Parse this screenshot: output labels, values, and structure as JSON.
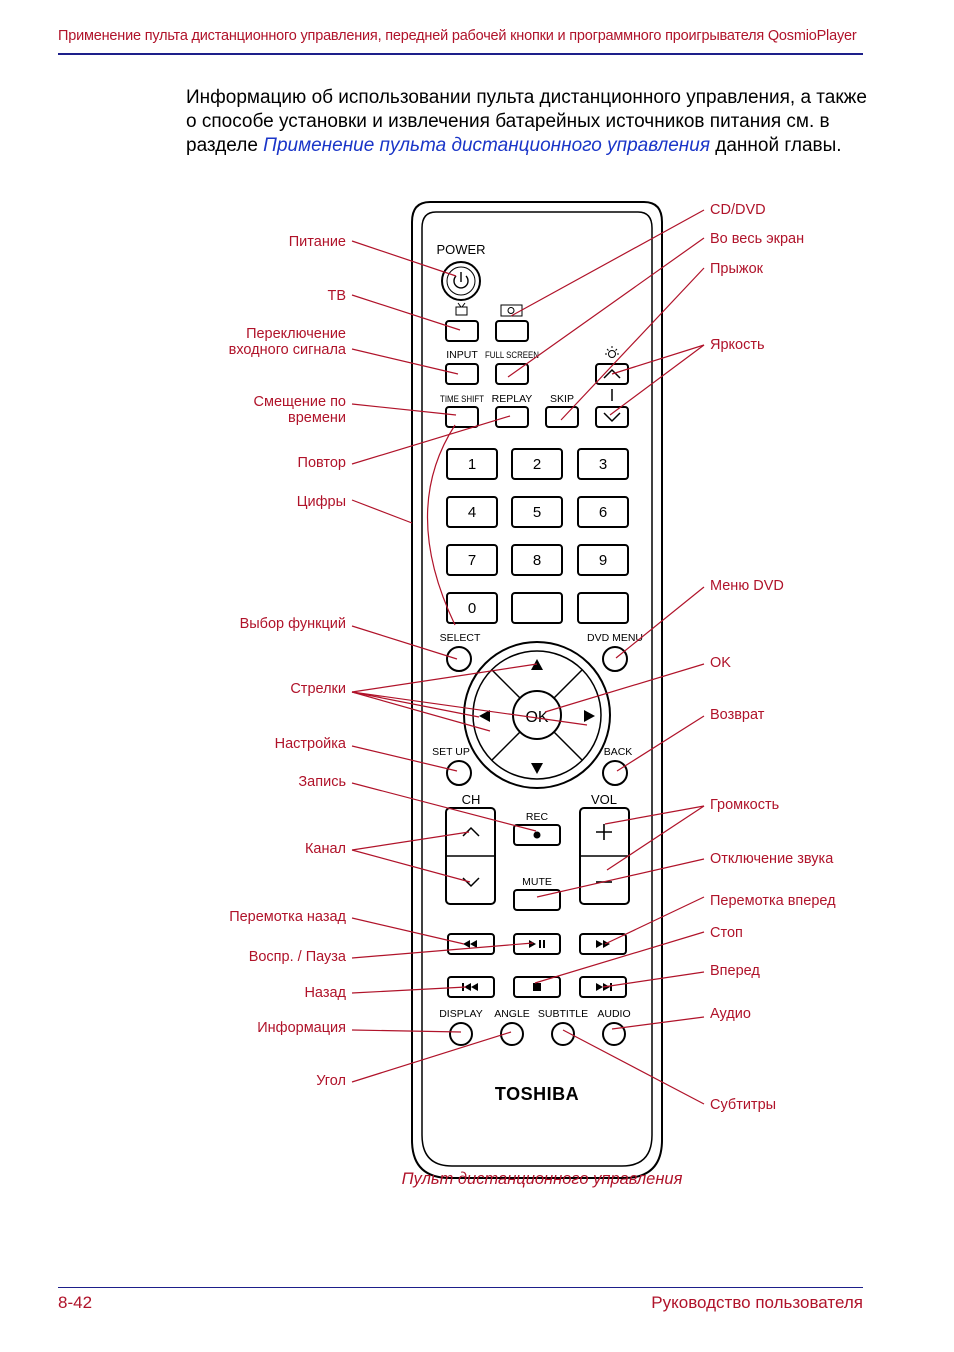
{
  "header": {
    "title": "Применение пульта дистанционного управления, передней рабочей кнопки и программного проигрывателя QosmioPlayer"
  },
  "intro": {
    "text_before": "Информацию об использовании пульта дистанционного управления, а также о способе установки и извлечения батарейных источников питания см. в разделе ",
    "link": "Применение пульта дистанционного управления",
    "text_after": " данной главы."
  },
  "remote": {
    "brand": "TOSHIBA",
    "buttons": {
      "power": "POWER",
      "input": "INPUT",
      "fullscreen": "FULL SCREEN",
      "timeshift": "TIME SHIFT",
      "replay": "REPLAY",
      "skip": "SKIP",
      "n1": "1",
      "n2": "2",
      "n3": "3",
      "n4": "4",
      "n5": "5",
      "n6": "6",
      "n7": "7",
      "n8": "8",
      "n9": "9",
      "n0": "0",
      "select": "SELECT",
      "dvdmenu": "DVD MENU",
      "ok": "OK",
      "setup": "SET UP",
      "back": "BACK",
      "ch": "CH",
      "vol": "VOL",
      "rec": "REC",
      "mute": "MUTE",
      "display": "DISPLAY",
      "angle": "ANGLE",
      "subtitle": "SUBTITLE",
      "audio": "AUDIO"
    }
  },
  "callouts": {
    "left": {
      "power": "Питание",
      "tv": "ТВ",
      "input_1": "Переключение",
      "input_2": "входного сигнала",
      "timeshift_1": "Смещение по",
      "timeshift_2": "времени",
      "replay": "Повтор",
      "digits": "Цифры",
      "select": "Выбор функций",
      "arrows": "Стрелки",
      "setup": "Настройка",
      "rec": "Запись",
      "channel": "Канал",
      "rewind": "Перемотка назад",
      "playpause": "Воспр. / Пауза",
      "prev": "Назад",
      "display": "Информация",
      "angle": "Угол"
    },
    "right": {
      "cddvd": "CD/DVD",
      "fullscreen": "Во весь экран",
      "skip": "Прыжок",
      "brightness": "Яркость",
      "dvdmenu": "Меню DVD",
      "ok": "OK",
      "back": "Возврат",
      "volume": "Громкость",
      "mute": "Отключение звука",
      "ff": "Перемотка вперед",
      "stop": "Стоп",
      "next": "Вперед",
      "audio": "Аудио",
      "subtitle": "Субтитры"
    }
  },
  "caption": "Пульт дистанционного управления",
  "footer": {
    "page": "8-42",
    "title": "Руководство пользователя"
  },
  "colors": {
    "accent": "#b0132a",
    "rule": "#1d1f8a",
    "link": "#1a35c8"
  }
}
